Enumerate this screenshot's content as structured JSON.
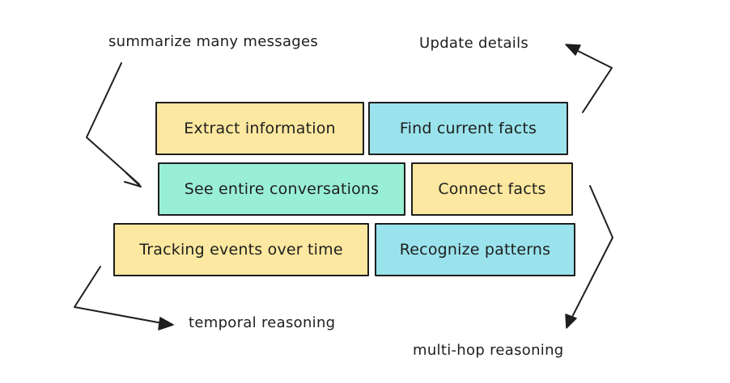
{
  "colors": {
    "yellow": "#fce8a0",
    "cyan": "#9ae3ec",
    "mint": "#99efd5",
    "stroke": "#1e1e1e"
  },
  "boxes": {
    "extract_information": {
      "label": "Extract information",
      "color": "yellow"
    },
    "find_current_facts": {
      "label": "Find current facts",
      "color": "cyan"
    },
    "see_entire_conversations": {
      "label": "See entire conversations",
      "color": "mint"
    },
    "connect_facts": {
      "label": "Connect facts",
      "color": "yellow"
    },
    "tracking_events_over_time": {
      "label": "Tracking events over time",
      "color": "yellow"
    },
    "recognize_patterns": {
      "label": "Recognize patterns",
      "color": "cyan"
    }
  },
  "annotations": {
    "summarize_many_messages": "summarize many messages",
    "update_details": "Update details",
    "temporal_reasoning": "temporal reasoning",
    "multi_hop_reasoning": "multi-hop reasoning"
  }
}
